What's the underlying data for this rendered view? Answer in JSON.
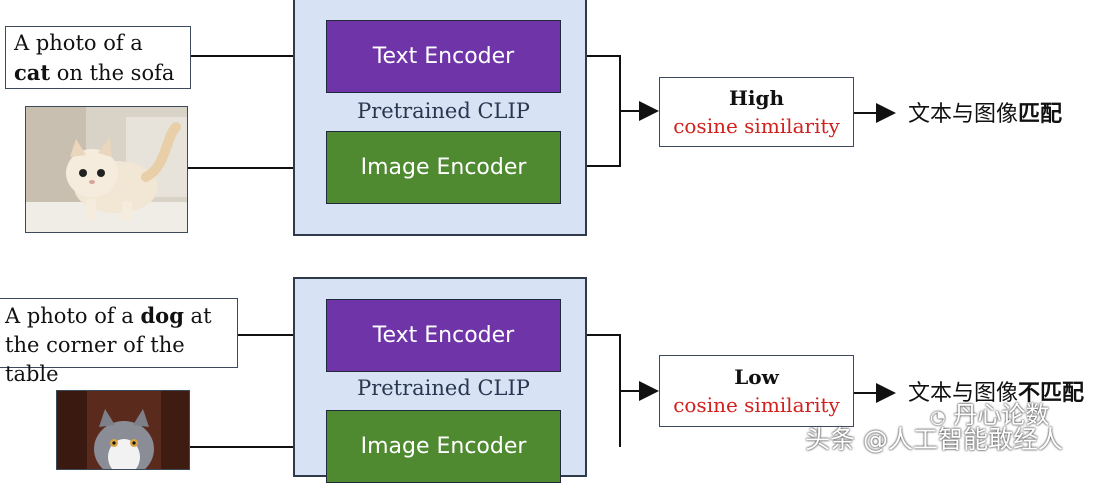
{
  "rows": [
    {
      "caption_pre": "A photo of a ",
      "caption_bold": "cat",
      "caption_post": " on the sofa",
      "clip_label": "Pretrained CLIP",
      "text_encoder": "Text Encoder",
      "image_encoder": "Image Encoder",
      "similarity_level": "High",
      "similarity_metric": "cosine similarity",
      "conclusion_pre": "文本与图像",
      "conclusion_bold": "匹配"
    },
    {
      "caption_pre": "A photo of a ",
      "caption_bold": "dog",
      "caption_post": " at the corner of the table",
      "clip_label": "Pretrained CLIP",
      "text_encoder": "Text Encoder",
      "image_encoder": "Image Encoder",
      "similarity_level": "Low",
      "similarity_metric": "cosine similarity",
      "conclusion_pre": "文本与图像",
      "conclusion_bold": "不匹配"
    }
  ],
  "watermark": {
    "line1": "丹心论数",
    "line2": "头条 @人工智能敢经人"
  },
  "colors": {
    "clip_bg": "#d7e3f4",
    "text_encoder": "#6f35a8",
    "image_encoder": "#4f8a31",
    "similarity_red": "#d0211d"
  }
}
